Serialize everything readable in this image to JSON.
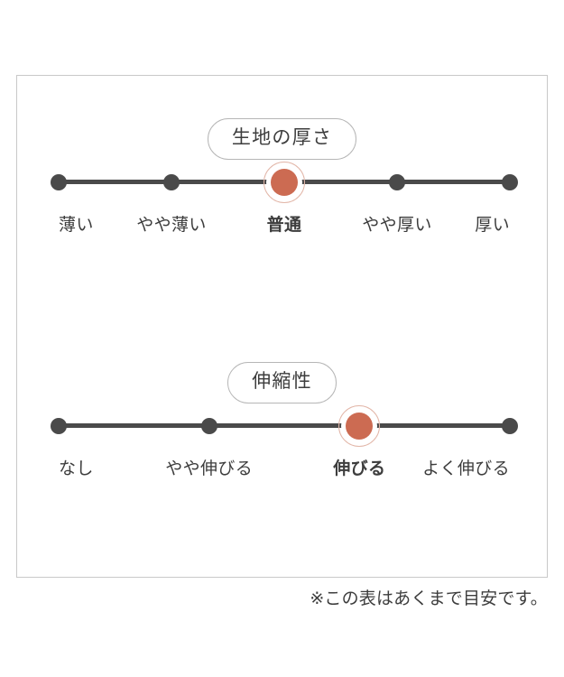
{
  "card": {
    "sections": [
      {
        "id": "thickness",
        "heading": "生地の厚さ",
        "scale": {
          "points": [
            "薄い",
            "やや薄い",
            "普通",
            "やや厚い",
            "厚い"
          ],
          "selected_index": 2,
          "selected_label": "普通",
          "count": 5
        }
      },
      {
        "id": "stretch",
        "heading": "伸縮性",
        "scale": {
          "points": [
            "なし",
            "やや伸びる",
            "伸びる",
            "よく伸びる"
          ],
          "selected_index": 2,
          "selected_label": "伸びる",
          "count": 4
        }
      }
    ]
  },
  "footnote": "※この表はあくまで目安です。",
  "colors": {
    "active_marker": "#cc6b52",
    "active_ring": "#e2b6a8",
    "inactive_marker": "#4a4a4a",
    "track": "#4a4a4a",
    "frame_border": "#c9c9c9",
    "pill_border": "#b6b6b6",
    "text": "#3d3d3d",
    "background": "#ffffff"
  },
  "chart_data": {
    "type": "bar",
    "title": "生地スペック",
    "charts": [
      {
        "name": "生地の厚さ",
        "categories": [
          "薄い",
          "やや薄い",
          "普通",
          "やや厚い",
          "厚い"
        ],
        "values": [
          0,
          0,
          1,
          0,
          0
        ],
        "selected": "普通",
        "selected_index": 2,
        "scale_positions": [
          1,
          2,
          3,
          4,
          5
        ],
        "xlabel": "",
        "ylabel": ""
      },
      {
        "name": "伸縮性",
        "categories": [
          "なし",
          "やや伸びる",
          "伸びる",
          "よく伸びる"
        ],
        "values": [
          0,
          0,
          1,
          0
        ],
        "selected": "伸びる",
        "selected_index": 2,
        "scale_positions": [
          1,
          2,
          3,
          4
        ],
        "xlabel": "",
        "ylabel": ""
      }
    ],
    "annotations": [
      "※この表はあくまで目安です。"
    ],
    "legend": "none",
    "grid": false
  }
}
